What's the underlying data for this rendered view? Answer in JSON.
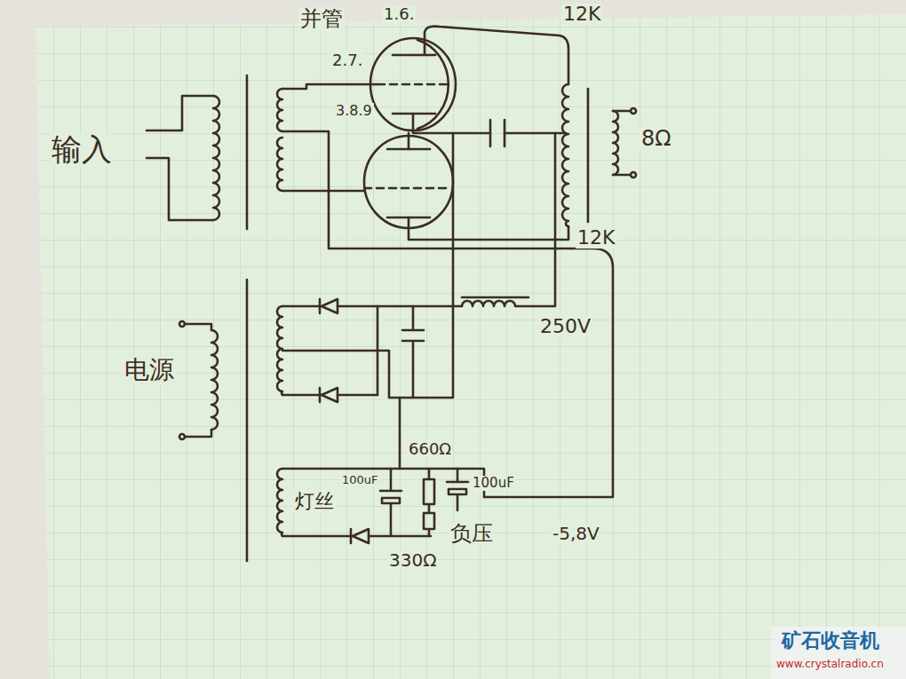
{
  "diagram": {
    "labels": [
      "并管",
      "1.6.",
      "2.7.",
      "3.8.9",
      "12K",
      "8Ω",
      "12K",
      "输入",
      "250V",
      "电源",
      "660Ω",
      "100uF",
      "100uF",
      "灯丝",
      "-5,8V",
      "330Ω",
      "负压",
      "矿石收音机",
      "www.crystalradio.cn"
    ]
  }
}
